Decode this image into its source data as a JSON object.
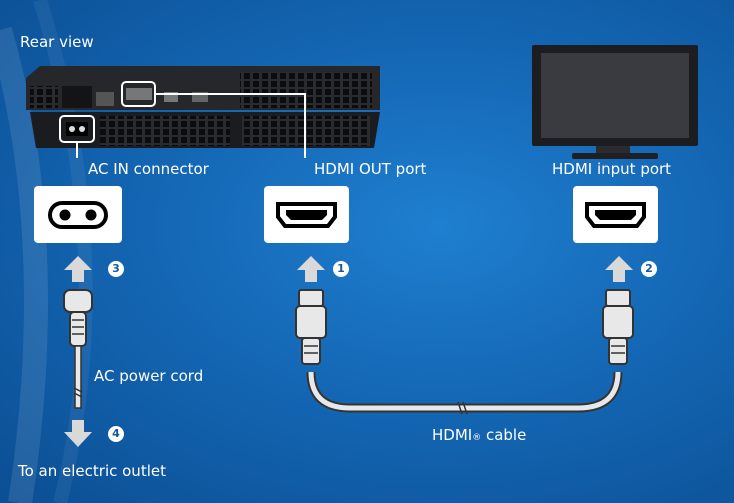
{
  "labels": {
    "rear_view": "Rear view",
    "ac_in_connector": "AC IN connector",
    "hdmi_out_port": "HDMI OUT port",
    "hdmi_input_port": "HDMI input port",
    "ac_power_cord": "AC power cord",
    "hdmi_cable": "HDMI",
    "hdmi_cable_mark": "®",
    "hdmi_cable_suffix": " cable",
    "electric_outlet": "To an electric outlet"
  },
  "steps": {
    "hdmi_out": "1",
    "tv_input": "2",
    "ac_in": "3",
    "outlet": "4"
  },
  "colors": {
    "background": "#1467b4",
    "panel": "#ffffff",
    "arrow": "#d9d9d9",
    "console": "#1e1f22"
  }
}
